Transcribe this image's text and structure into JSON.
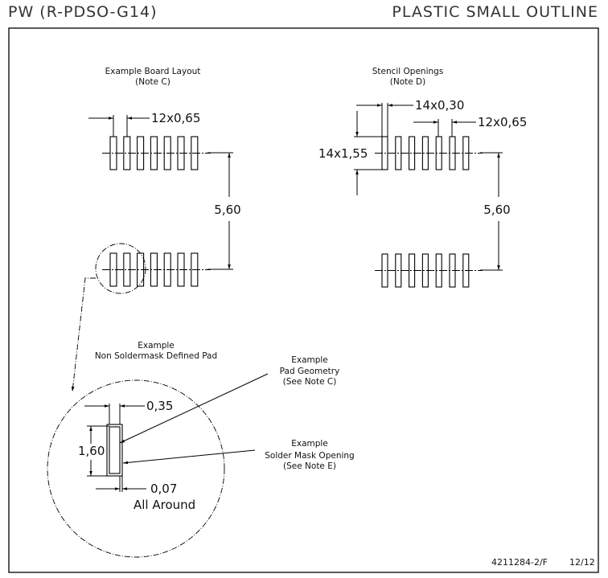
{
  "header": {
    "package_code": "PW (R-PDSO-G14)",
    "package_type": "PLASTIC SMALL OUTLINE"
  },
  "board_layout": {
    "title_line1": "Example Board Layout",
    "title_line2": "(Note C)",
    "pitch_label": "12x0,65",
    "row_spacing_label": "5,60",
    "pads_per_row": 7
  },
  "stencil": {
    "title_line1": "Stencil Openings",
    "title_line2": "(Note D)",
    "width_label": "14x0,30",
    "pitch_label": "12x0,65",
    "length_label": "14x1,55",
    "row_spacing_label": "5,60",
    "pads_per_row": 7
  },
  "detail": {
    "title_line1": "Example",
    "title_line2": "Non Soldermask Defined Pad",
    "pad_width_label": "0,35",
    "pad_length_label": "1,60",
    "clearance_label": "0,07",
    "clearance_note": "All Around",
    "callout_pad": {
      "line1": "Example",
      "line2": "Pad Geometry",
      "line3": "(See Note C)"
    },
    "callout_mask": {
      "line1": "Example",
      "line2": "Solder Mask Opening",
      "line3": "(See Note E)"
    }
  },
  "footer": {
    "drawing_number": "4211284-2/F",
    "date": "12/12"
  }
}
